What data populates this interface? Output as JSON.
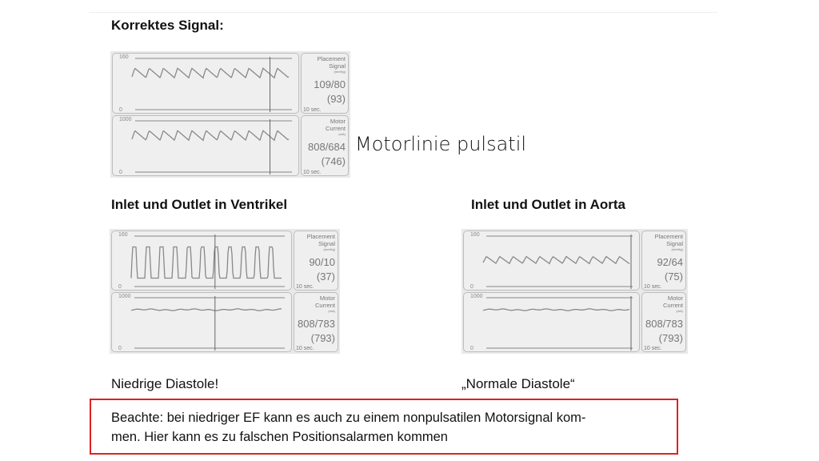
{
  "heading_correct": "Korrektes Signal:",
  "annotation": "Motorlinie pulsatil",
  "heading_ventricle": "Inlet und Outlet in Ventrikel",
  "heading_aorta": "Inlet und Outlet in Aorta",
  "caption_ventricle": "Niedrige Diastole!",
  "caption_aorta": "„Normale Diastole“",
  "note": "Beachte: bei niedriger EF kann es auch zu einem nonpulsatilen Motorsignal kom-men. Hier kann es zu falschen Positionsalarmen kommen",
  "note_line1": "Beachte: bei niedriger EF kann es auch zu einem nonpulsatilen Motorsignal kom-",
  "note_line2": "men. Hier kann es zu falschen Positionsalarmen kommen",
  "monitors": [
    {
      "placement": {
        "label1": "Placement",
        "label2": "Signal",
        "unit": "(mmHg)",
        "max": "160",
        "min": "0",
        "value": "109/80",
        "mean": "(93)",
        "window": "10 sec."
      },
      "motor": {
        "label1": "Motor",
        "label2": "Current",
        "unit": "(mA)",
        "max": "1000",
        "min": "0",
        "value": "808/684",
        "mean": "(746)",
        "window": "10 sec."
      }
    },
    {
      "placement": {
        "label1": "Placement",
        "label2": "Signal",
        "unit": "(mmHg)",
        "max": "160",
        "min": "0",
        "value": "90/10",
        "mean": "(37)",
        "window": "10 sec."
      },
      "motor": {
        "label1": "Motor",
        "label2": "Current",
        "unit": "(mA)",
        "max": "1000",
        "min": "0",
        "value": "808/783",
        "mean": "(793)",
        "window": "10 sec."
      }
    },
    {
      "placement": {
        "label1": "Placement",
        "label2": "Signal",
        "unit": "(mmHg)",
        "max": "160",
        "min": "0",
        "value": "92/64",
        "mean": "(75)",
        "window": "10 sec."
      },
      "motor": {
        "label1": "Motor",
        "label2": "Current",
        "unit": "(mA)",
        "max": "1000",
        "min": "0",
        "value": "808/783",
        "mean": "(793)",
        "window": "10 sec."
      }
    }
  ]
}
